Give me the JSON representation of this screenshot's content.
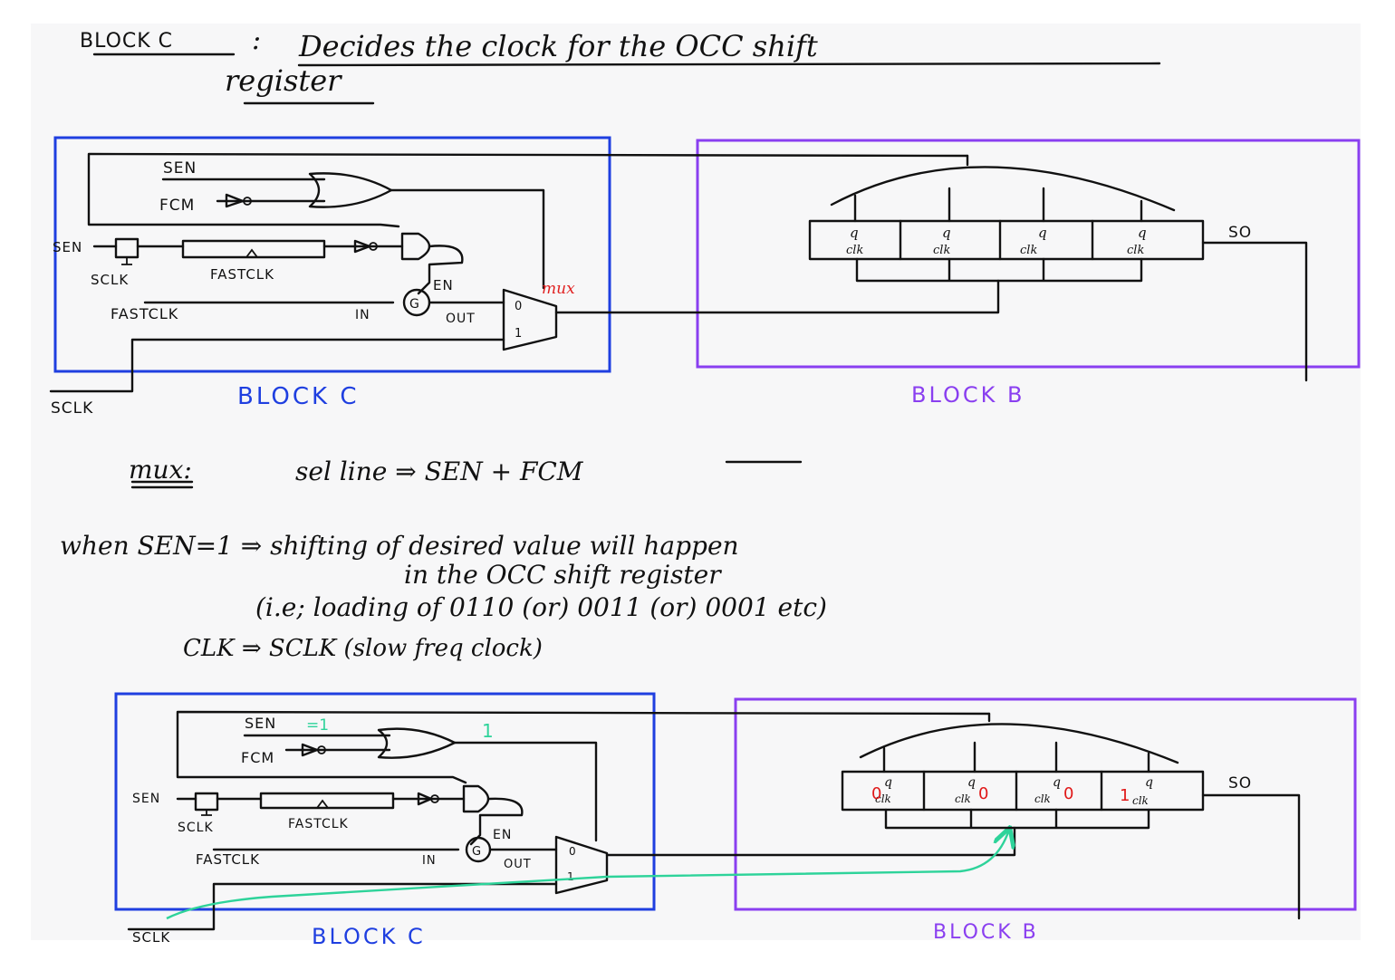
{
  "notes": {
    "heading_label": "BLOCK C",
    "heading_colon": ":",
    "heading_text_line1": "Decides the clock for the OCC shift",
    "heading_text_line2": "register",
    "mux_label": "mux:",
    "mux_eq": "sel line ⇒ SEN + FCM",
    "when_line": "when SEN=1 ⇒ shifting of desired value will happen",
    "when_line2": "in the OCC shift register",
    "ie_line": "(i.e; loading of 0110 (or) 0011 (or) 0001 etc)",
    "clk_line": "CLK ⇒ SCLK (slow freq clock)"
  },
  "diagram1": {
    "block_c_title": "BLOCK C",
    "block_b_title": "BLOCK B",
    "sen": "SEN",
    "fcm": "FCM",
    "sen_left": "SEN",
    "sclk_ff": "SCLK",
    "fastclk_reg": "FASTCLK",
    "en": "EN",
    "fastclk": "FASTCLK",
    "in": "IN",
    "out": "OUT",
    "g": "G",
    "mux0": "0",
    "mux1": "1",
    "mux": "mux",
    "sclk": "SCLK",
    "so": "SO",
    "q": [
      "q",
      "q",
      "q",
      "q"
    ],
    "clk": [
      "clk",
      "clk",
      "clk",
      "clk"
    ]
  },
  "diagram2": {
    "block_c_title": "BLOCK C",
    "block_b_title": "BLOCK B",
    "sen": "SEN",
    "sen_value": "=1",
    "or_output": "1",
    "fcm": "FCM",
    "sen_left": "SEN",
    "sclk_ff": "SCLK",
    "fastclk_reg": "FASTCLK",
    "en": "EN",
    "fastclk": "FASTCLK",
    "in": "IN",
    "out": "OUT",
    "g": "G",
    "mux0": "0",
    "mux1": "1",
    "sclk": "SCLK",
    "so": "SO",
    "q": [
      "q",
      "q",
      "q",
      "q"
    ],
    "clk": [
      "clk",
      "clk",
      "clk",
      "clk"
    ],
    "bits": [
      "0",
      "0",
      "0",
      "1"
    ]
  },
  "colors": {
    "ink": "#111111",
    "block_c_border": "#1f3fe0",
    "block_b_border": "#8a3ff0",
    "mux_label": "#e02020",
    "highlight_green": "#2ed39a",
    "bit_red": "#e01818"
  }
}
